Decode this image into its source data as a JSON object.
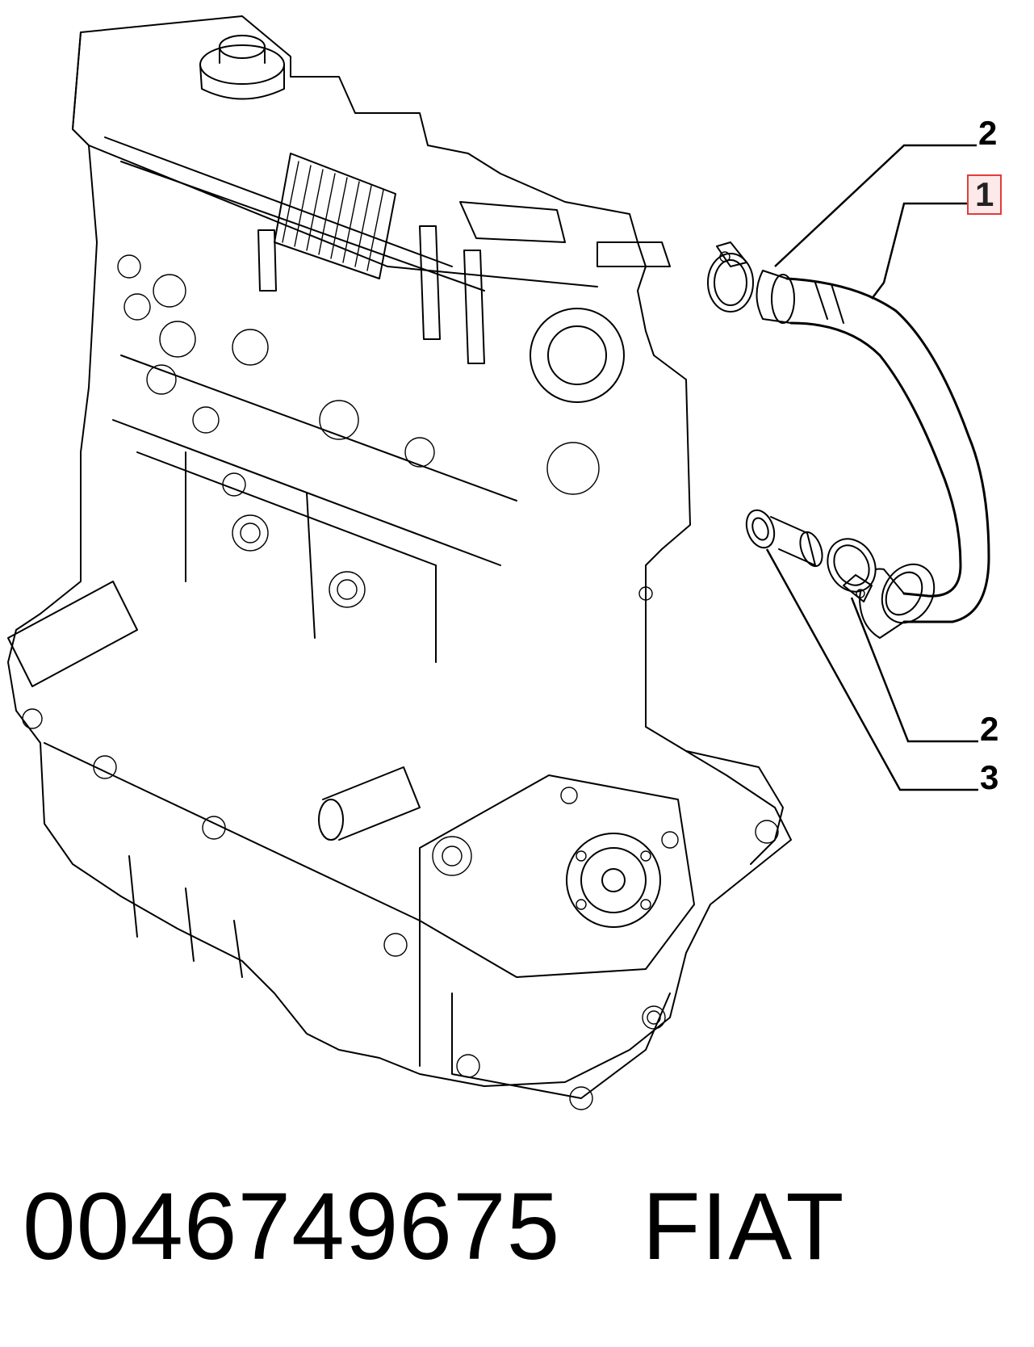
{
  "diagram": {
    "callouts": [
      {
        "id": "c1",
        "label": "1",
        "highlighted": true
      },
      {
        "id": "c2a",
        "label": "2",
        "highlighted": false
      },
      {
        "id": "c2b",
        "label": "2",
        "highlighted": false
      },
      {
        "id": "c3",
        "label": "3",
        "highlighted": false
      }
    ],
    "highlight_color": "#e23b3b",
    "line_color": "#000000",
    "background": "#ffffff"
  },
  "caption": {
    "part_number": "0046749675",
    "brand": "FIAT"
  }
}
